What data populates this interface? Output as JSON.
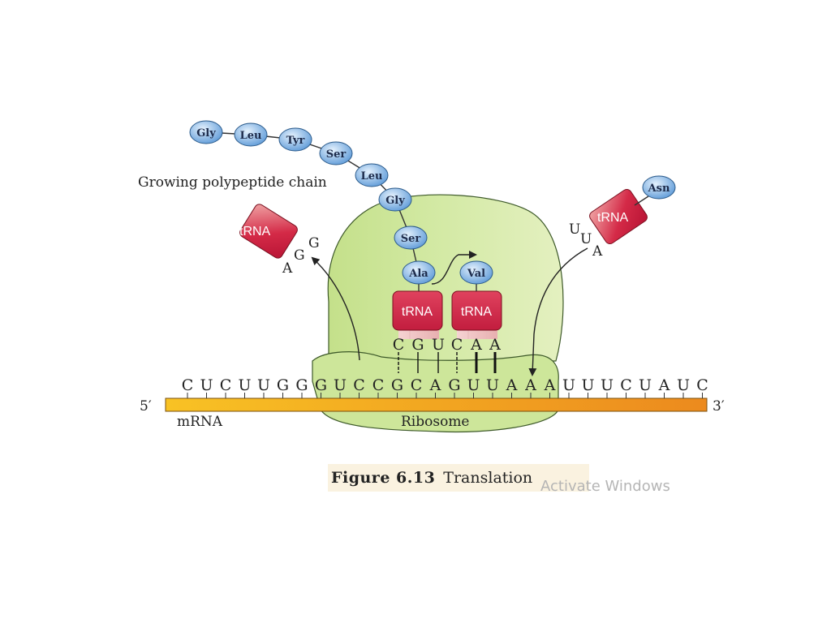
{
  "colors": {
    "ribosome_fill": "#cde69a",
    "ribosome_stroke": "#3e5a2a",
    "amino_acid_fill": "#7fb2e6",
    "trna_fill": "#d42a47",
    "mrna_fill": "#f4a82a"
  },
  "labels": {
    "growing_chain": "Growing polypeptide chain",
    "ribosome": "Ribosome",
    "mrna": "mRNA",
    "five_prime": "5′",
    "three_prime": "3′",
    "trna": "tRNA"
  },
  "chain": [
    "Gly",
    "Leu",
    "Tyr",
    "Ser",
    "Leu",
    "Gly",
    "Ser",
    "Ala"
  ],
  "val": "Val",
  "asn": "Asn",
  "exiting_trna_anticodon": [
    "G",
    "G",
    "A"
  ],
  "incoming_trna_anticodon": [
    "U",
    "U",
    "A"
  ],
  "p_site_anticodon": [
    "C",
    "G",
    "U"
  ],
  "a_site_anticodon": [
    "C",
    "A",
    "A"
  ],
  "mrna_sequence": [
    "C",
    "U",
    "C",
    "U",
    "U",
    "G",
    "G",
    "G",
    "U",
    "C",
    "C",
    "G",
    "C",
    "A",
    "G",
    "U",
    "U",
    "A",
    "A",
    "A",
    "U",
    "U",
    "U",
    "C",
    "U",
    "A",
    "U",
    "C"
  ],
  "caption": {
    "label": "Figure 6.13",
    "title": "Translation"
  },
  "watermark": "Activate Windows"
}
